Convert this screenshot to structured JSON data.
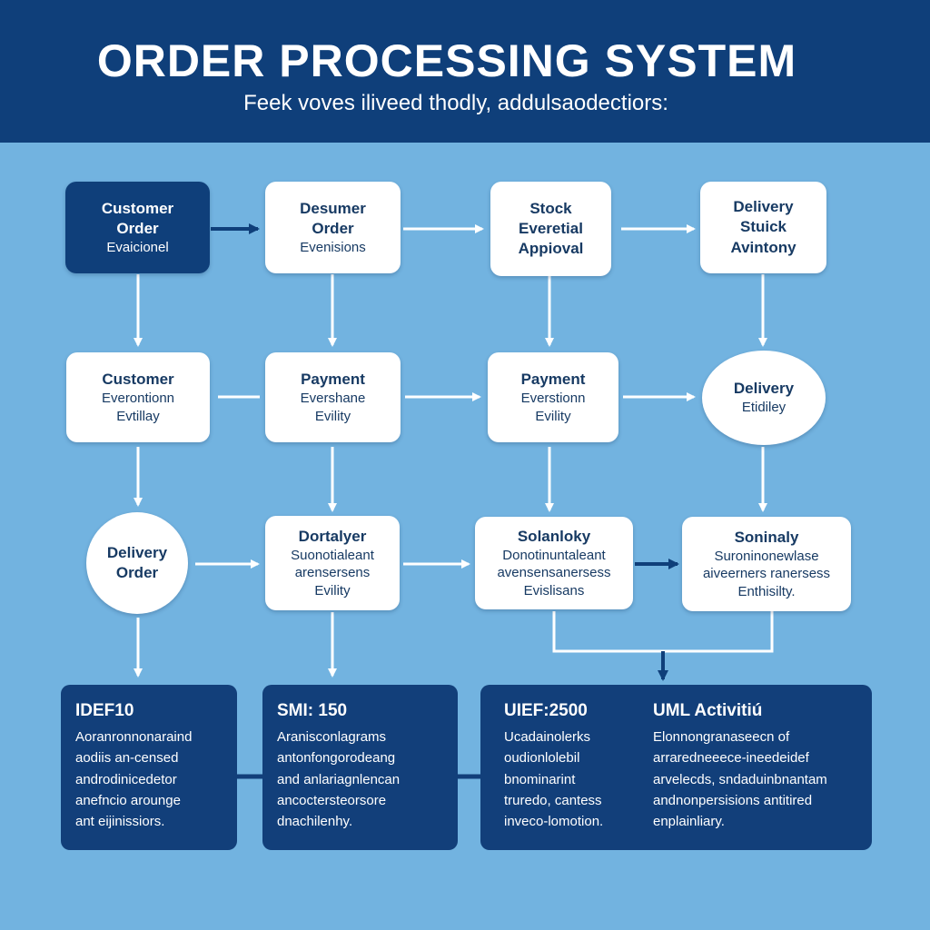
{
  "header": {
    "title": "ORDER PROCESSING SYSTEM",
    "subtitle": "Feek voves iliveed thodly, addulsaodectiors:"
  },
  "nodes": {
    "r1c1": {
      "l1": "Customer",
      "l2": "Order",
      "l3": "Evaicionel"
    },
    "r1c2": {
      "l1": "Desumer",
      "l2": "Order",
      "l3": "Evenisions"
    },
    "r1c3": {
      "l1": "Stock",
      "l2": "Everetial",
      "l3": "Appioval"
    },
    "r1c4": {
      "l1": "Delivery",
      "l2": "Stuick",
      "l3": "Avintony"
    },
    "r2c1": {
      "l1": "Customer",
      "l2": "Everontionn",
      "l3": "Evtillay"
    },
    "r2c2": {
      "l1": "Payment",
      "l2": "Evershane",
      "l3": "Evility"
    },
    "r2c3": {
      "l1": "Payment",
      "l2": "Everstionn",
      "l3": "Evility"
    },
    "r2c4": {
      "l1": "Delivery",
      "l2": "Etidiley"
    },
    "r3c1": {
      "l1": "Delivery",
      "l2": "Order"
    },
    "r3c2": {
      "l1": "Dortalyer",
      "l2": "Suonotialeant",
      "l3": "arensersens",
      "l4": "Evility"
    },
    "r3c3": {
      "l1": "Solanloky",
      "l2": "Donotinuntaleant",
      "l3": "avensensanersess",
      "l4": "Evislisans"
    },
    "r3c4": {
      "l1": "Soninaly",
      "l2": "Suroninonewlase",
      "l3": "aiveerners ranersess",
      "l4": "Enthisilty."
    }
  },
  "cards": [
    {
      "title": "IDEF10",
      "lines": [
        "Aoranronnonaraind",
        "aodiis an-censed",
        "androdinicedetor",
        "anefncio arounge",
        "ant eijinissiors."
      ]
    },
    {
      "title": "SMI: 150",
      "lines": [
        "Aranisconlagrams",
        "antonfongorodeang",
        "and anlariagnlencan",
        "ancoctersteorsore",
        "dnachilenhy."
      ]
    },
    {
      "title": "UIEF:2500",
      "lines": [
        "Ucadainolerks",
        "oudionlolebil",
        "bnominarint",
        "truredo, cantess",
        "inveco-lomotion."
      ]
    },
    {
      "title": "UML Activitiú",
      "lines": [
        "Elonnongranaseecn of",
        "arraredneeece-ineedeidef",
        "arvelecds, sndaduinbnantam",
        "andnonpersisions antitired",
        "enplainliary."
      ]
    }
  ],
  "colors": {
    "background": "#72b3e0",
    "header": "#0f3f7a",
    "node": "#ffffff",
    "node_dark": "#0f3f7a",
    "card": "#123f7a",
    "arrow_light": "#ffffff",
    "arrow_dark": "#0f3f7a"
  }
}
